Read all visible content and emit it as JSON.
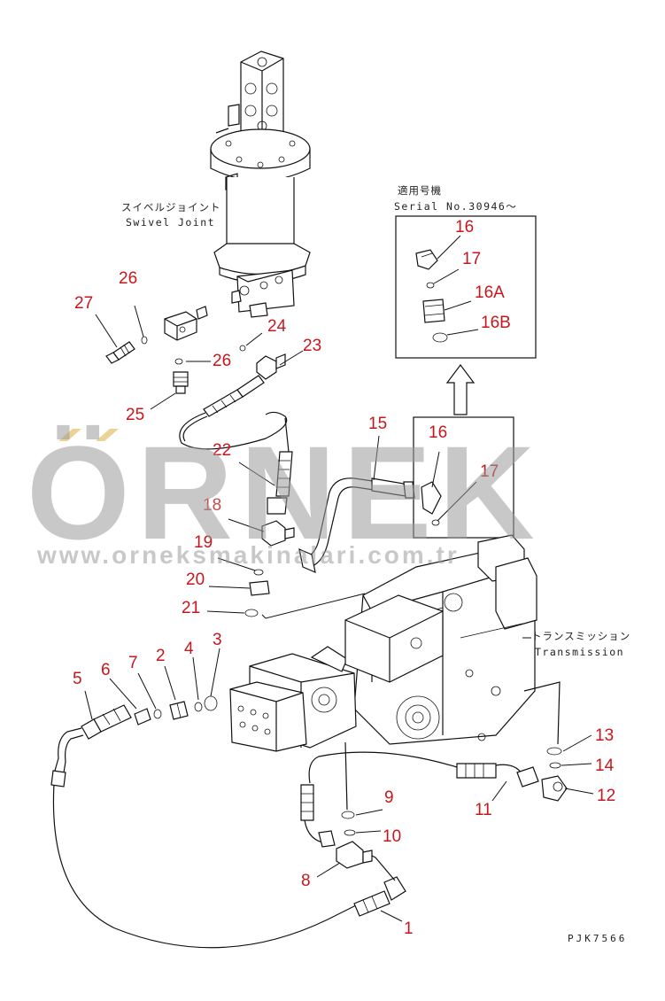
{
  "labels": {
    "swivel_jp": "スイベルジョイント",
    "swivel_en": "Swivel Joint",
    "transmission_jp": "トランスミッション",
    "transmission_en": "Transmission",
    "serial_jp": "適用号機",
    "serial_en": "Serial No.30946～",
    "drawing_code": "PJK7566"
  },
  "watermark": {
    "main": "ÖRNEK",
    "url": "www.orneksmakinalari.com.tr"
  },
  "callouts": [
    {
      "id": "c26a",
      "text": "26"
    },
    {
      "id": "c27",
      "text": "27"
    },
    {
      "id": "c24",
      "text": "24"
    },
    {
      "id": "c23",
      "text": "23"
    },
    {
      "id": "c26b",
      "text": "26"
    },
    {
      "id": "c25",
      "text": "25"
    },
    {
      "id": "c16top",
      "text": "16"
    },
    {
      "id": "c17top",
      "text": "17"
    },
    {
      "id": "c16A",
      "text": "16A"
    },
    {
      "id": "c16B",
      "text": "16B"
    },
    {
      "id": "c15",
      "text": "15"
    },
    {
      "id": "c16mid",
      "text": "16"
    },
    {
      "id": "c17mid",
      "text": "17"
    },
    {
      "id": "c22",
      "text": "22"
    },
    {
      "id": "c18",
      "text": "18"
    },
    {
      "id": "c19",
      "text": "19"
    },
    {
      "id": "c20",
      "text": "20"
    },
    {
      "id": "c21",
      "text": "21"
    },
    {
      "id": "c5",
      "text": "5"
    },
    {
      "id": "c6",
      "text": "6"
    },
    {
      "id": "c7",
      "text": "7"
    },
    {
      "id": "c2",
      "text": "2"
    },
    {
      "id": "c4",
      "text": "4"
    },
    {
      "id": "c3",
      "text": "3"
    },
    {
      "id": "c13",
      "text": "13"
    },
    {
      "id": "c14",
      "text": "14"
    },
    {
      "id": "c12",
      "text": "12"
    },
    {
      "id": "c11",
      "text": "11"
    },
    {
      "id": "c9",
      "text": "9"
    },
    {
      "id": "c10",
      "text": "10"
    },
    {
      "id": "c8",
      "text": "8"
    },
    {
      "id": "c1",
      "text": "1"
    }
  ],
  "colors": {
    "callout": "#c8161d",
    "callout_alt": "#c84a4a",
    "watermark": "#9a9a9a",
    "watermark_accent": "#e8c77a"
  }
}
